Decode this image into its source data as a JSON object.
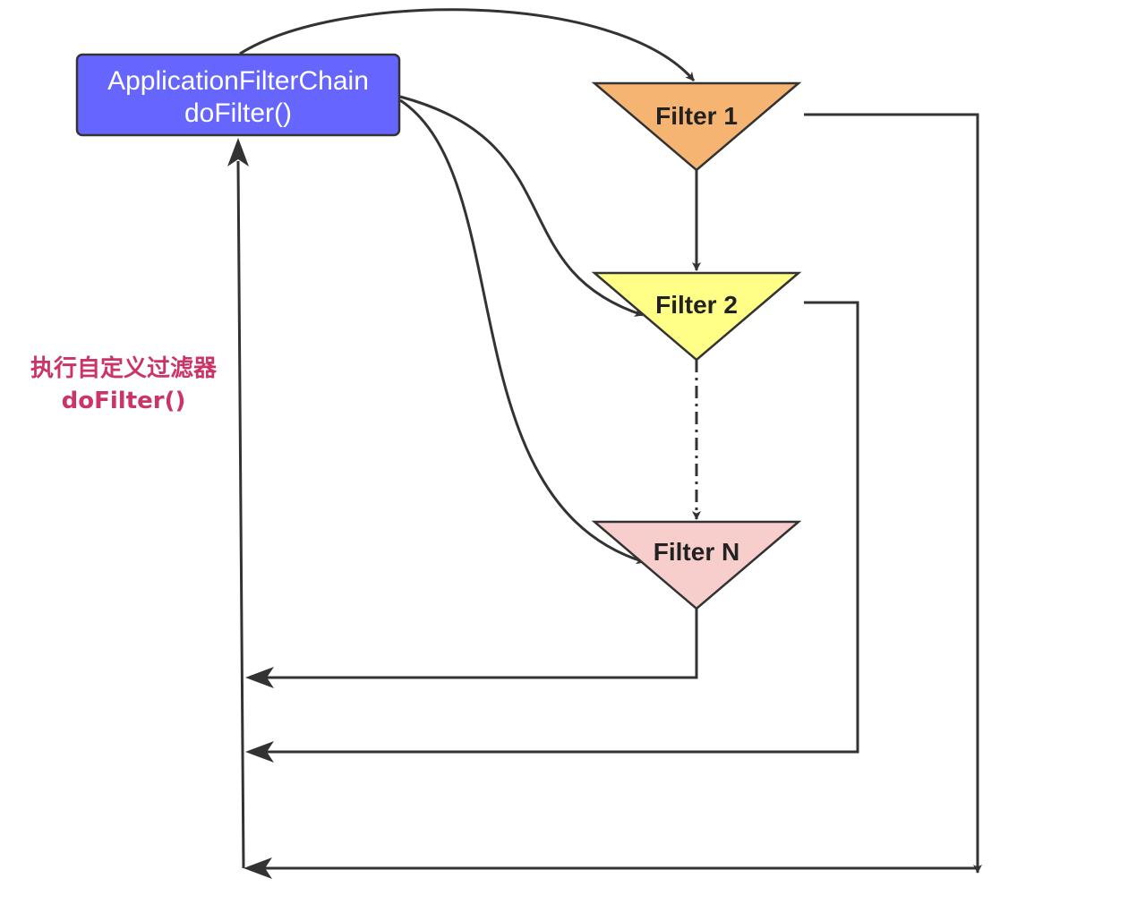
{
  "chain_box": {
    "line1": "ApplicationFilterChain",
    "line2": "doFilter()",
    "fill": "#6666ff",
    "stroke": "#333333"
  },
  "filters": [
    {
      "id": "filter1",
      "label": "Filter 1",
      "fill": "#f5b472"
    },
    {
      "id": "filter2",
      "label": "Filter 2",
      "fill": "#ffff88"
    },
    {
      "id": "filterN",
      "label": "Filter N",
      "fill": "#f8cecc"
    }
  ],
  "note": {
    "line1": "执行自定义过滤器",
    "line2": "doFilter()",
    "color": "#cc3366"
  },
  "colors": {
    "edge": "#333333",
    "triangle_stroke": "#333333"
  },
  "edges": [
    {
      "from": "chain_box",
      "to": "filter1",
      "style": "curved",
      "arrow": true
    },
    {
      "from": "chain_box",
      "to": "filter2",
      "style": "curved",
      "arrow": true
    },
    {
      "from": "chain_box",
      "to": "filterN",
      "style": "curved",
      "arrow": true
    },
    {
      "from": "filter1",
      "to": "filter2",
      "style": "straight",
      "arrow": true
    },
    {
      "from": "filter2",
      "to": "filterN",
      "style": "dash-dot",
      "arrow": true
    },
    {
      "from": "filter1",
      "to": "return-line",
      "style": "orthogonal",
      "arrow": true
    },
    {
      "from": "filter2",
      "to": "return-line",
      "style": "orthogonal",
      "arrow": true
    },
    {
      "from": "filterN",
      "to": "return-line",
      "style": "orthogonal",
      "arrow": true
    },
    {
      "from": "return-line",
      "to": "chain_box",
      "style": "straight",
      "arrow": true
    }
  ]
}
